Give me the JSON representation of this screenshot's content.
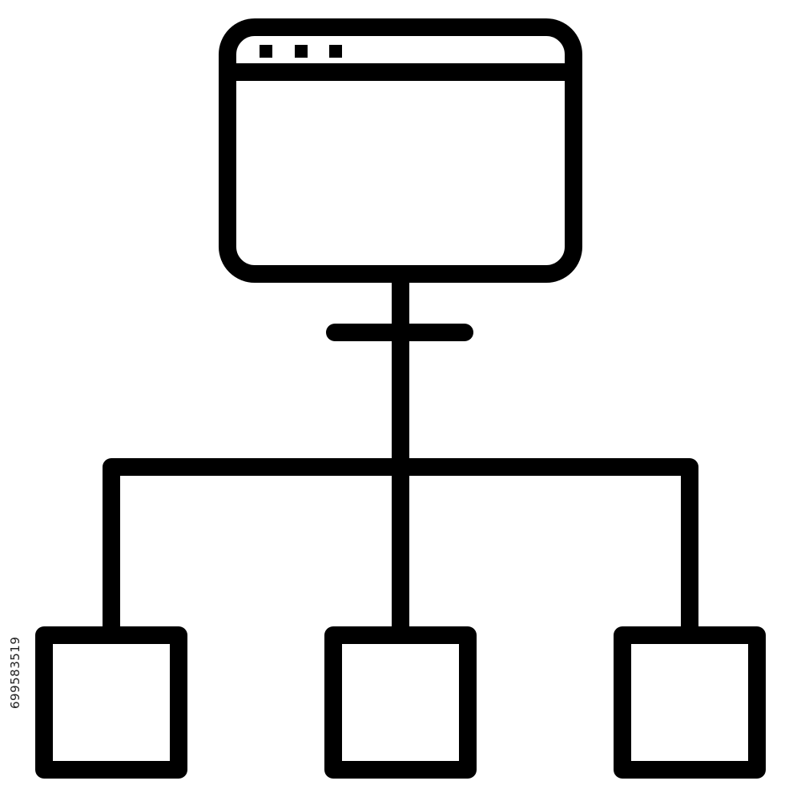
{
  "diagram": {
    "type": "network-hierarchy-icon",
    "stroke_color": "#000000",
    "background_color": "#ffffff",
    "nodes": [
      {
        "id": "root",
        "label": "",
        "kind": "browser-window"
      },
      {
        "id": "child-left",
        "label": "",
        "kind": "square"
      },
      {
        "id": "child-center",
        "label": "",
        "kind": "square"
      },
      {
        "id": "child-right",
        "label": "",
        "kind": "square"
      }
    ],
    "edges": [
      {
        "from": "root",
        "to": "child-left"
      },
      {
        "from": "root",
        "to": "child-center"
      },
      {
        "from": "root",
        "to": "child-right"
      }
    ]
  },
  "watermark": {
    "stock_id": "699583519"
  }
}
